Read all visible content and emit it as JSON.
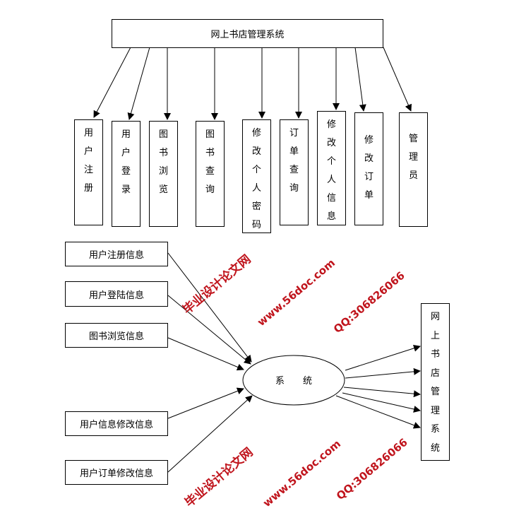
{
  "top_box": {
    "label": "网上书店管理系统"
  },
  "functions": [
    {
      "label": "用户注册"
    },
    {
      "label": "用户登录"
    },
    {
      "label": "图书浏览"
    },
    {
      "label": "图书查询"
    },
    {
      "label": "修改个人密码"
    },
    {
      "label": "订单查询"
    },
    {
      "label": "修改个人信息"
    },
    {
      "label": "修改订单"
    },
    {
      "label": "管理员"
    }
  ],
  "inputs": [
    {
      "label": "用户注册信息"
    },
    {
      "label": "用户登陆信息"
    },
    {
      "label": "图书浏览信息"
    },
    {
      "label": "用户信息修改信息"
    },
    {
      "label": "用户订单修改信息"
    }
  ],
  "system": {
    "label": "系　　统"
  },
  "output_box": {
    "label": "网上书店管理系统"
  },
  "watermark": {
    "site": "www.56doc.com",
    "qq": "QQ:306826066",
    "name": "毕业设计论文网",
    "color": "#c0141c"
  }
}
